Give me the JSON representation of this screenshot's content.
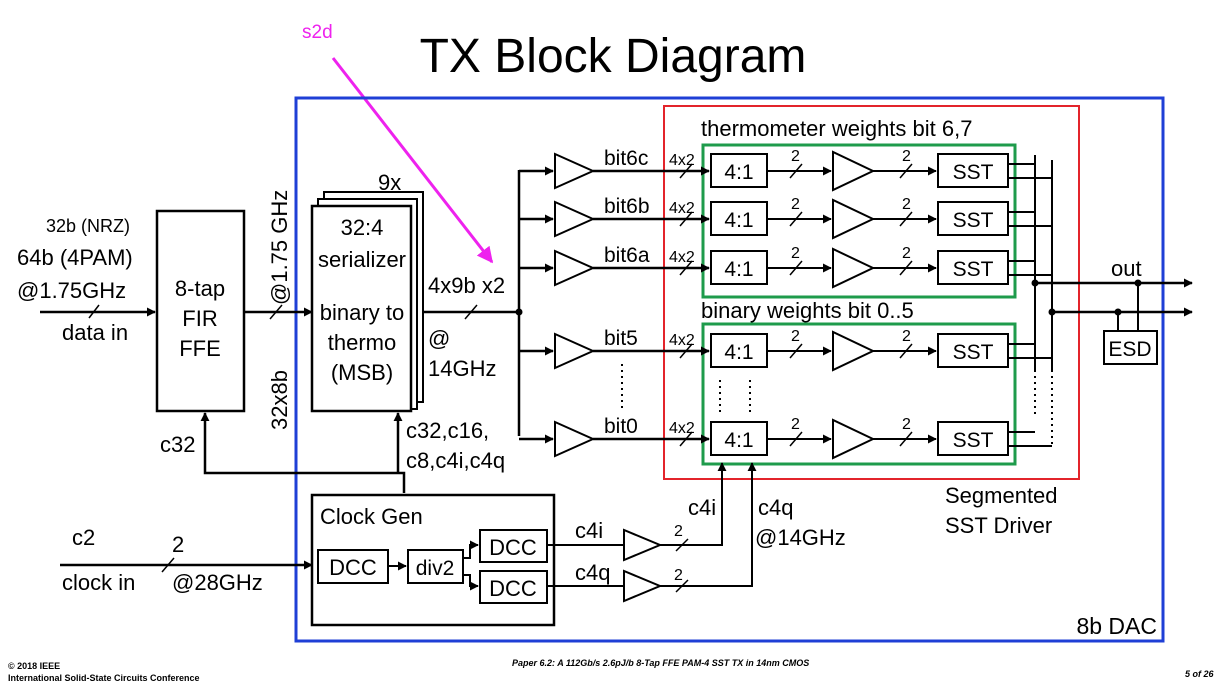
{
  "slide": {
    "title": "TX Block Diagram",
    "annotation": "s2d",
    "footer": {
      "copyright": "© 2018 IEEE",
      "conference": "International Solid-State Circuits Conference",
      "paper": "Paper 6.2: A 112Gb/s 2.6pJ/b 8-Tap FFE PAM-4 SST TX in 14nm CMOS",
      "page": "5 of 26"
    }
  },
  "colors": {
    "dac_box": "#1f3fd6",
    "driver_box": "#e3242b",
    "group_box": "#1e9b4b",
    "annotation": "#ee22ee"
  },
  "diagram": {
    "dac_label": "8b DAC",
    "input": {
      "line1": "32b (NRZ)",
      "line2": "64b (4PAM)",
      "line3": "@1.75GHz",
      "line4": "data in"
    },
    "fir": {
      "line1": "8-tap",
      "line2": "FIR",
      "line3": "FFE"
    },
    "fir_out": {
      "rate": "@1.75 GHz",
      "width": "32x8b"
    },
    "c32_label": "c32",
    "serializer": {
      "count": "9x",
      "line1": "32:4",
      "line2": "serializer",
      "line3": "binary to",
      "line4": "thermo",
      "line5": "(MSB)"
    },
    "ser_out": {
      "width": "4x9b x2",
      "at": "@",
      "rate": "14GHz"
    },
    "clocks_label": {
      "line1": "c32,c16,",
      "line2": "c8,c4i,c4q"
    },
    "bits": [
      "bit6c",
      "bit6b",
      "bit6a",
      "bit5",
      "bit0"
    ],
    "bus_label": "4x2",
    "mux_label": "4:1",
    "width_label": "2",
    "sst_label": "SST",
    "thermo_group": "thermometer weights bit 6,7",
    "binary_group": "binary weights bit 0..5",
    "driver": {
      "line1": "Segmented",
      "line2": "SST Driver"
    },
    "out_label": "out",
    "esd_label": "ESD",
    "clock_in": {
      "top": "c2",
      "bottom": "clock in",
      "width": "2",
      "rate": "@28GHz"
    },
    "clockgen": {
      "title": "Clock Gen",
      "dcc": "DCC",
      "div": "div2"
    },
    "clk_out": {
      "c4i": "c4i",
      "c4q": "c4q",
      "width": "2"
    },
    "c4i_top": "c4i",
    "c4q_top": {
      "line1": "c4q",
      "line2": "@14GHz"
    }
  }
}
